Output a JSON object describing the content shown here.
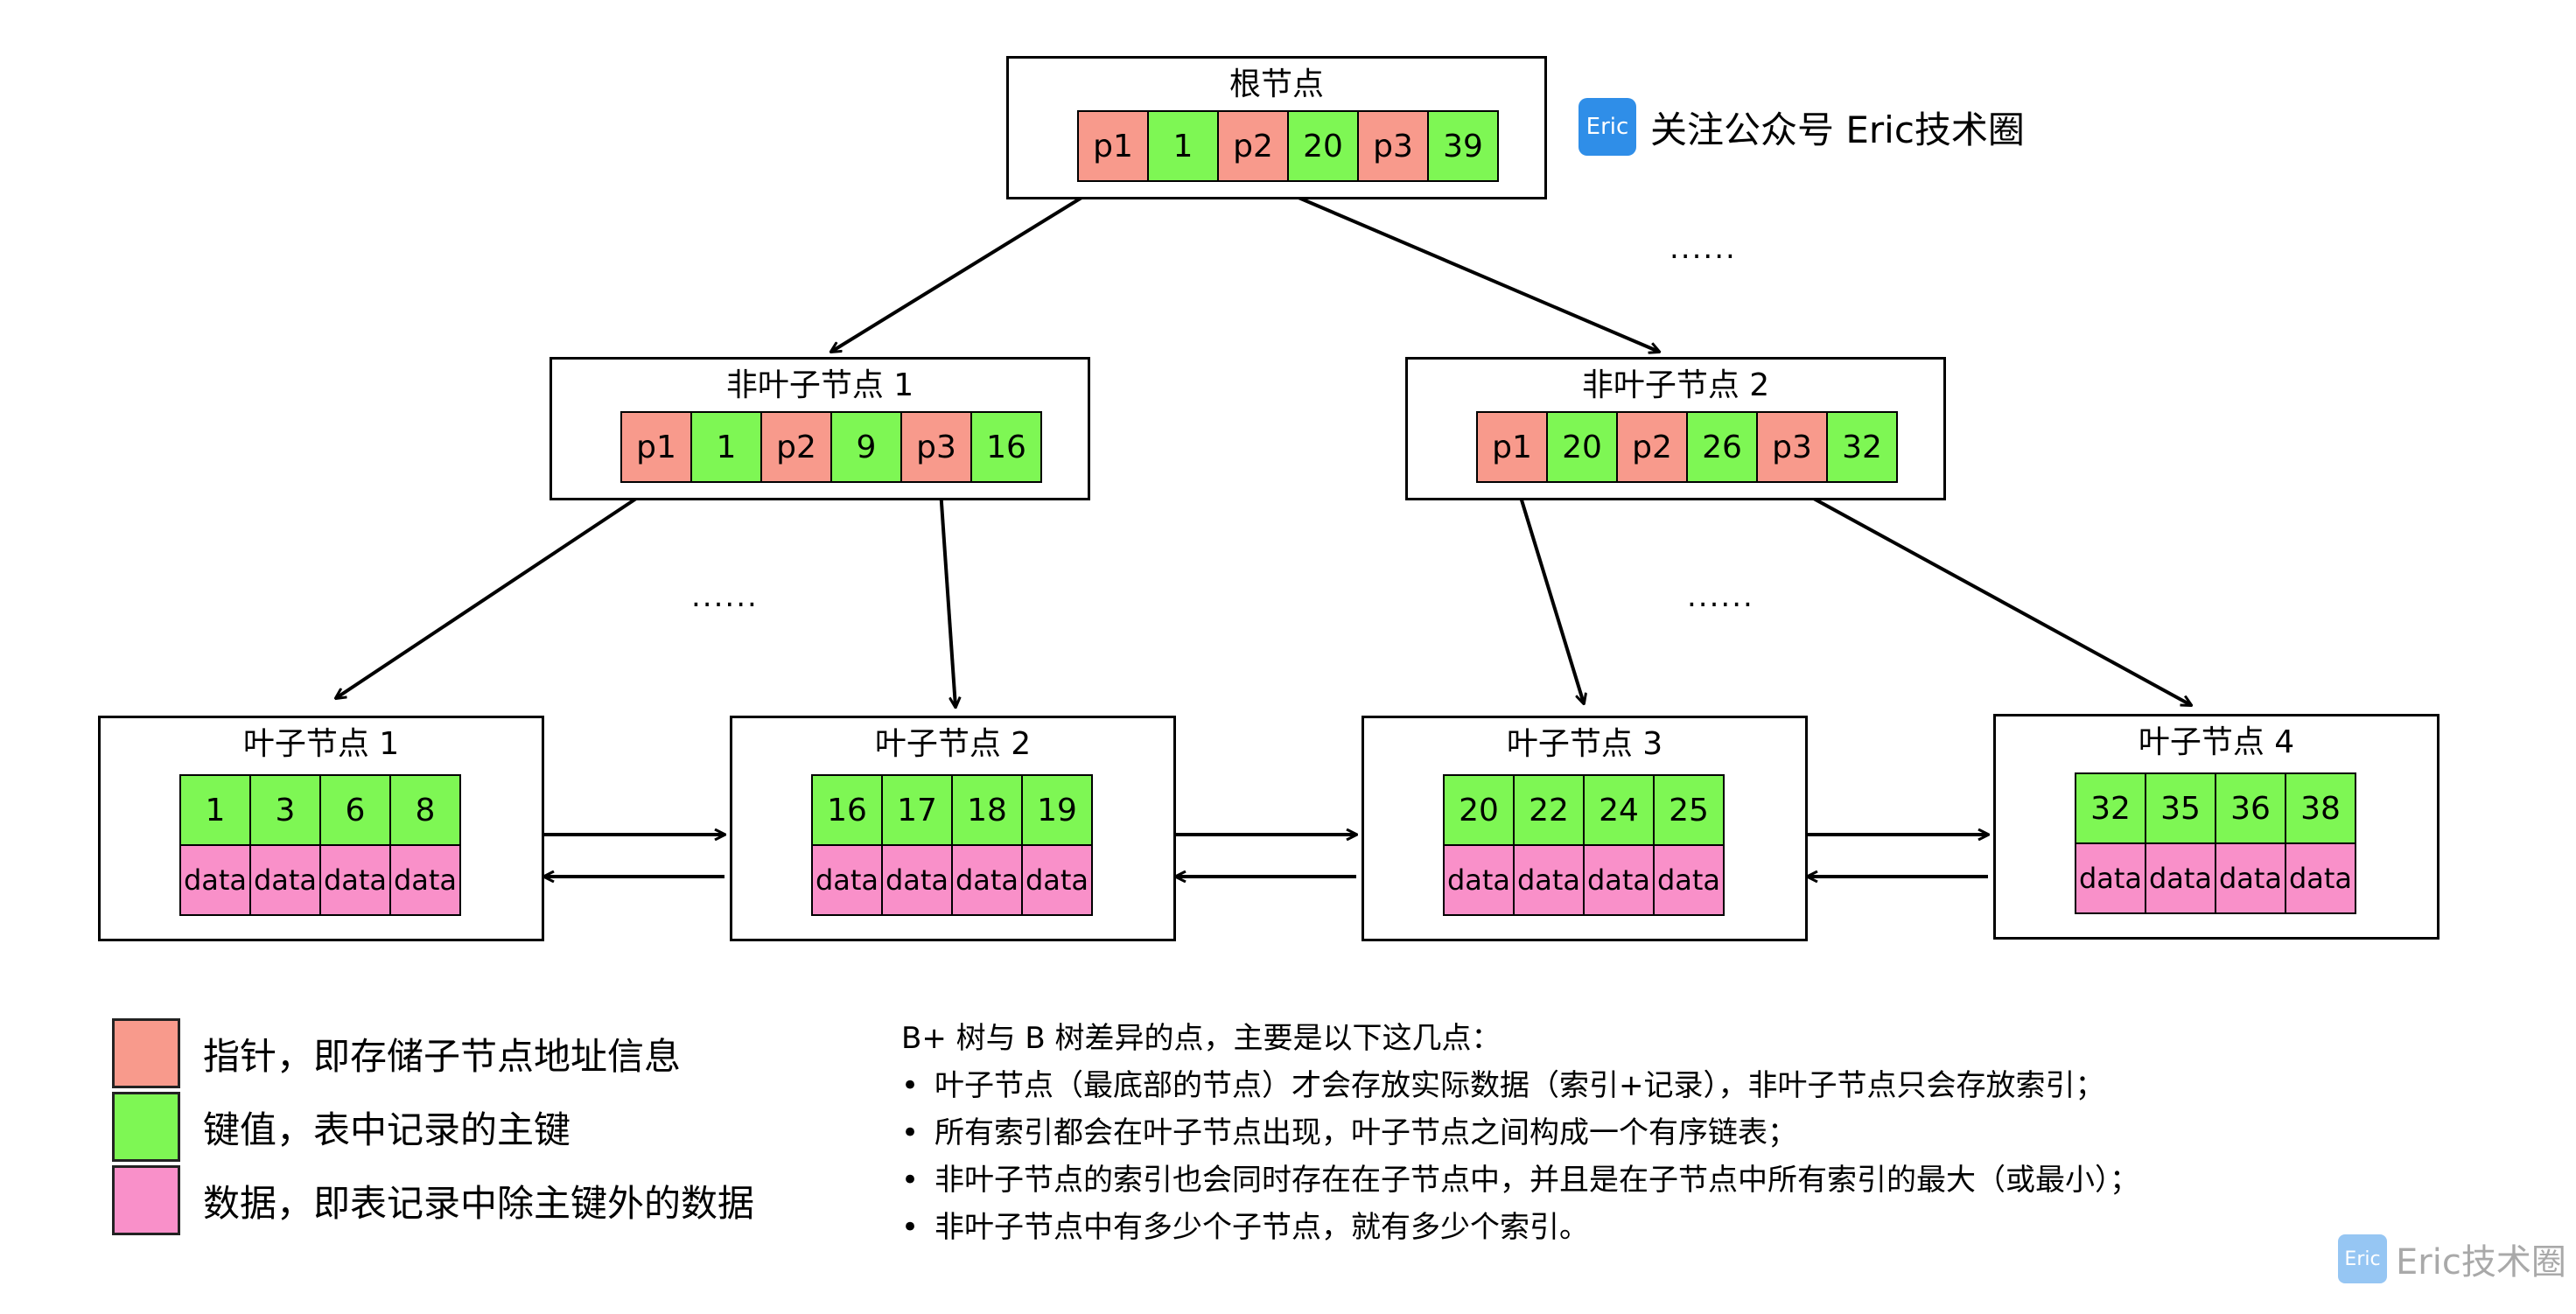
{
  "colors": {
    "pointer": "#f89a8c",
    "key": "#7ef754",
    "data": "#f990c9"
  },
  "root": {
    "title": "根节点",
    "cells": [
      "p1",
      "1",
      "p2",
      "20",
      "p3",
      "39"
    ]
  },
  "internal": [
    {
      "title": "非叶子节点 1",
      "cells": [
        "p1",
        "1",
        "p2",
        "9",
        "p3",
        "16"
      ]
    },
    {
      "title": "非叶子节点 2",
      "cells": [
        "p1",
        "20",
        "p2",
        "26",
        "p3",
        "32"
      ]
    }
  ],
  "leaves": [
    {
      "title": "叶子节点 1",
      "keys": [
        "1",
        "3",
        "6",
        "8"
      ],
      "data_label": "data"
    },
    {
      "title": "叶子节点 2",
      "keys": [
        "16",
        "17",
        "18",
        "19"
      ],
      "data_label": "data"
    },
    {
      "title": "叶子节点 3",
      "keys": [
        "20",
        "22",
        "24",
        "25"
      ],
      "data_label": "data"
    },
    {
      "title": "叶子节点 4",
      "keys": [
        "32",
        "35",
        "36",
        "38"
      ],
      "data_label": "data"
    }
  ],
  "ellipsis": "......",
  "follow": {
    "badge": "Eric",
    "text": "关注公众号 Eric技术圈"
  },
  "legend": [
    {
      "type": "pointer",
      "label": "指针，即存储子节点地址信息"
    },
    {
      "type": "key",
      "label": "键值，表中记录的主键"
    },
    {
      "type": "data",
      "label": "数据，即表记录中除主键外的数据"
    }
  ],
  "notes": {
    "heading": "B+ 树与 B 树差异的点，主要是以下这几点：",
    "items": [
      "叶子节点（最底部的节点）才会存放实际数据（索引+记录），非叶子节点只会存放索引；",
      "所有索引都会在叶子节点出现，叶子节点之间构成一个有序链表；",
      "非叶子节点的索引也会同时存在在子节点中，并且是在子节点中所有索引的最大（或最小）；",
      "非叶子节点中有多少个子节点，就有多少个索引。"
    ]
  },
  "watermark": {
    "badge": "Eric",
    "text": "Eric技术圈"
  }
}
